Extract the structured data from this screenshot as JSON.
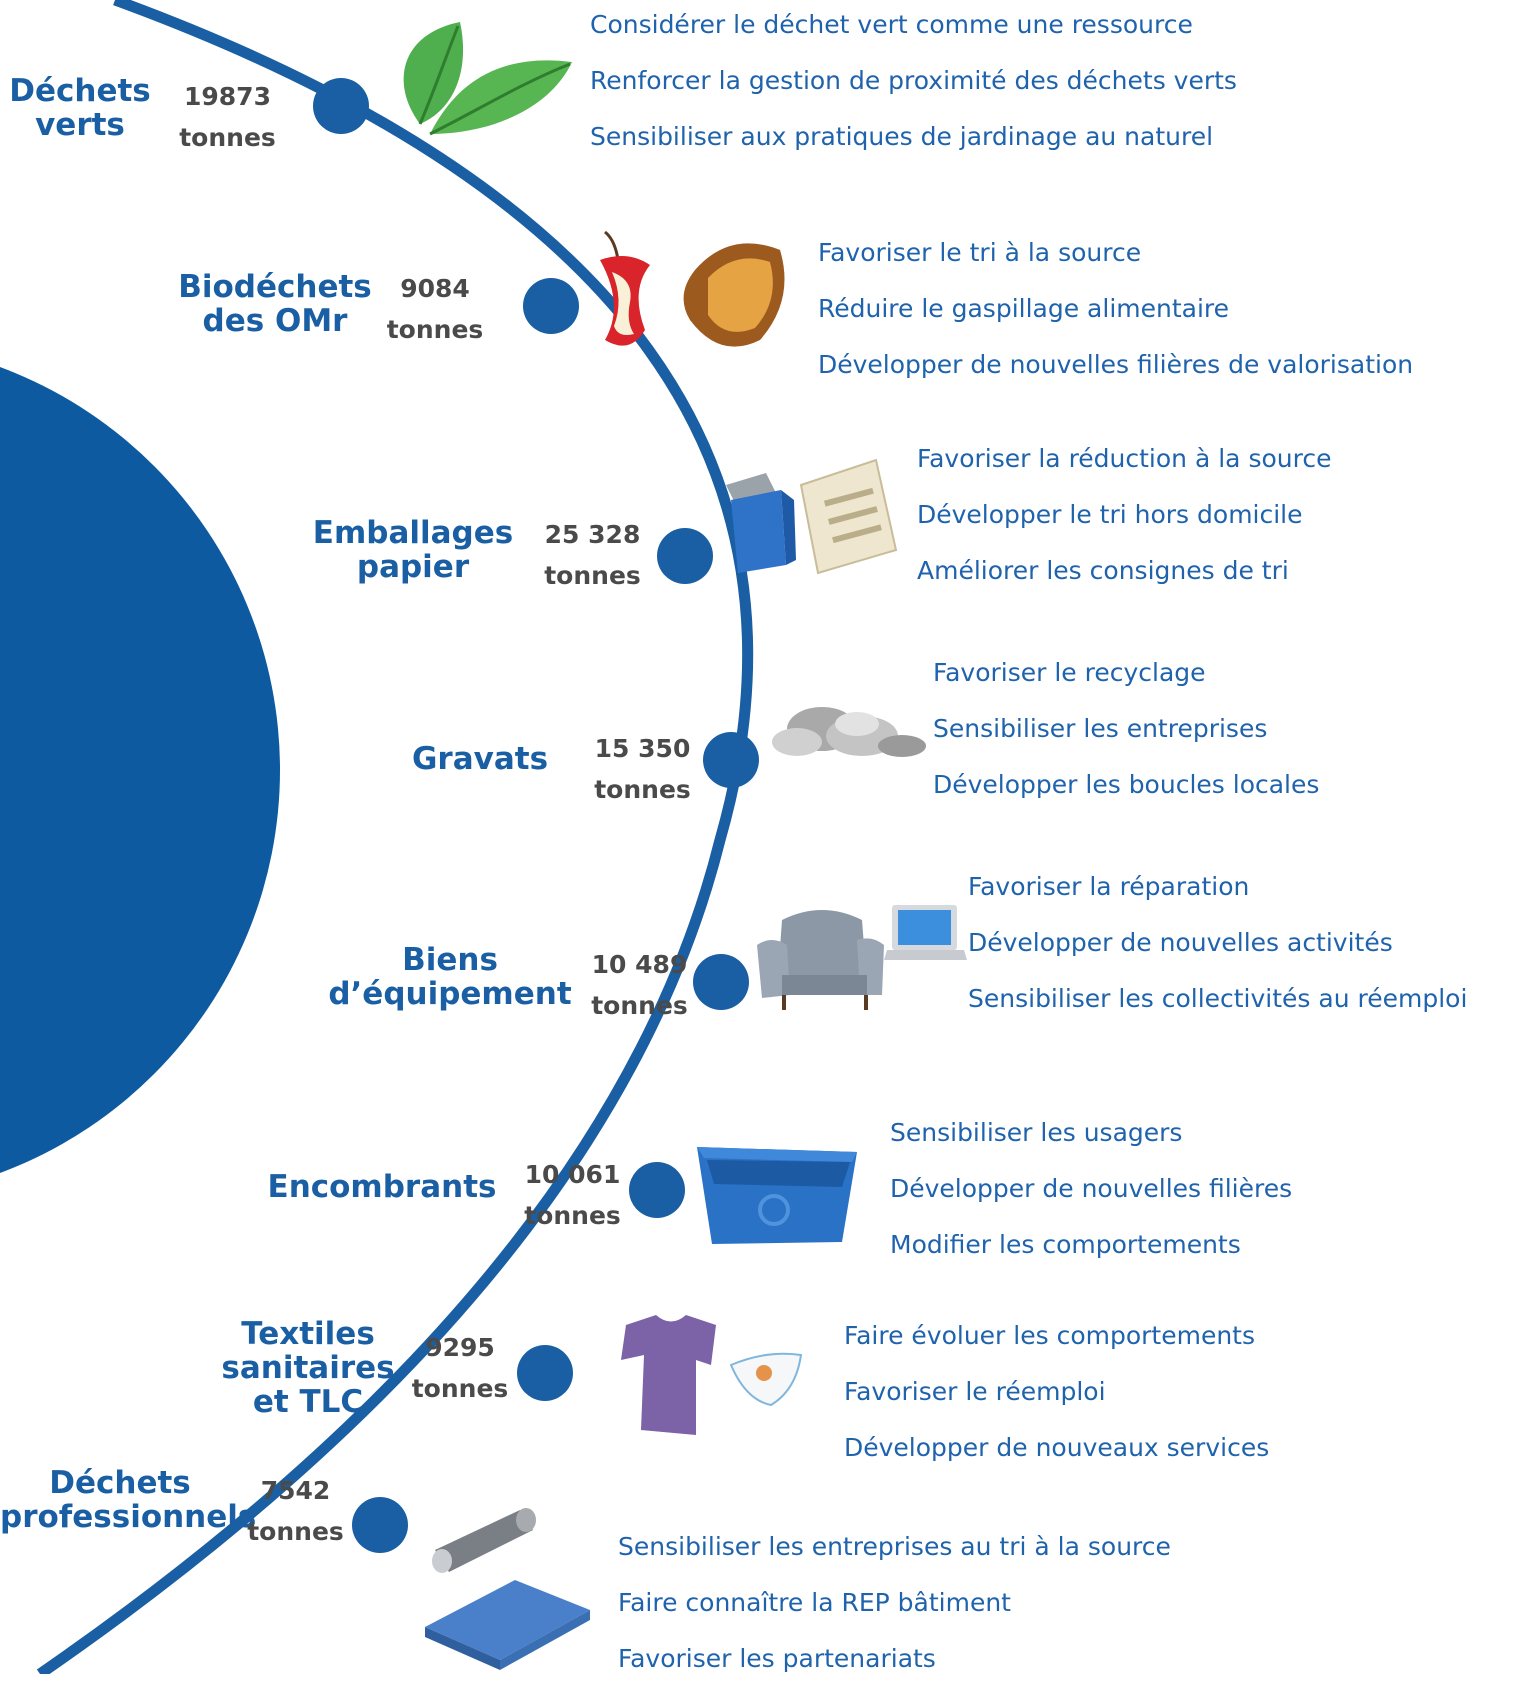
{
  "categories": [
    {
      "id": "dechets-verts",
      "name_lines": [
        "Déchets",
        "verts"
      ],
      "tonnage": "19873",
      "unit": "tonnes",
      "icon": "leaves-icon",
      "actions": [
        "Considérer le déchet vert comme une ressource",
        "Renforcer la gestion de proximité des déchets verts",
        "Sensibiliser aux pratiques de jardinage au naturel"
      ]
    },
    {
      "id": "biodechets",
      "name_lines": [
        "Biodéchets",
        "des OMr"
      ],
      "tonnage": "9084",
      "unit": "tonnes",
      "icon": "food-waste-icon",
      "actions": [
        "Favoriser le tri à la source",
        "Réduire le gaspillage alimentaire",
        "Développer de nouvelles filières de valorisation"
      ]
    },
    {
      "id": "emballages",
      "name_lines": [
        "Emballages",
        "papier"
      ],
      "tonnage": "25 328",
      "unit": "tonnes",
      "icon": "packaging-newspaper-icon",
      "actions": [
        "Favoriser la réduction à la source",
        "Développer le tri hors domicile",
        "Améliorer les consignes de tri"
      ]
    },
    {
      "id": "gravats",
      "name_lines": [
        "Gravats"
      ],
      "tonnage": "15 350",
      "unit": "tonnes",
      "icon": "rubble-icon",
      "actions": [
        "Favoriser le recyclage",
        "Sensibiliser les entreprises",
        "Développer les boucles locales"
      ]
    },
    {
      "id": "biens-equipement",
      "name_lines": [
        "Biens",
        "d’équipement"
      ],
      "tonnage": "10 489",
      "unit": "tonnes",
      "icon": "armchair-laptop-icon",
      "actions": [
        "Favoriser la réparation",
        "Développer de nouvelles activités",
        "Sensibiliser les collectivités au réemploi"
      ]
    },
    {
      "id": "encombrants",
      "name_lines": [
        "Encombrants"
      ],
      "tonnage": "10 061",
      "unit": "tonnes",
      "icon": "recycling-bin-icon",
      "actions": [
        "Sensibiliser les usagers",
        "Développer de nouvelles filières",
        "Modifier les comportements"
      ]
    },
    {
      "id": "textiles",
      "name_lines": [
        "Textiles",
        "sanitaires",
        "et TLC"
      ],
      "tonnage": "9295",
      "unit": "tonnes",
      "icon": "tshirt-diaper-icon",
      "actions": [
        "Faire évoluer les comportements",
        "Favoriser le réemploi",
        "Développer de nouveaux services"
      ]
    },
    {
      "id": "dechets-pro",
      "name_lines": [
        "Déchets",
        "professionnels"
      ],
      "tonnage": "7542",
      "unit": "tonnes",
      "icon": "pipe-pallet-icon",
      "actions": [
        "Sensibiliser les entreprises au tri à la source",
        "Faire connaître la REP bâtiment",
        "Favoriser les partenariats"
      ]
    }
  ],
  "colors": {
    "arc": "#1a5fa3",
    "title": "#1a5fa3",
    "action_text": "#1f63ad",
    "tonnage_text": "#4a4a4a"
  }
}
